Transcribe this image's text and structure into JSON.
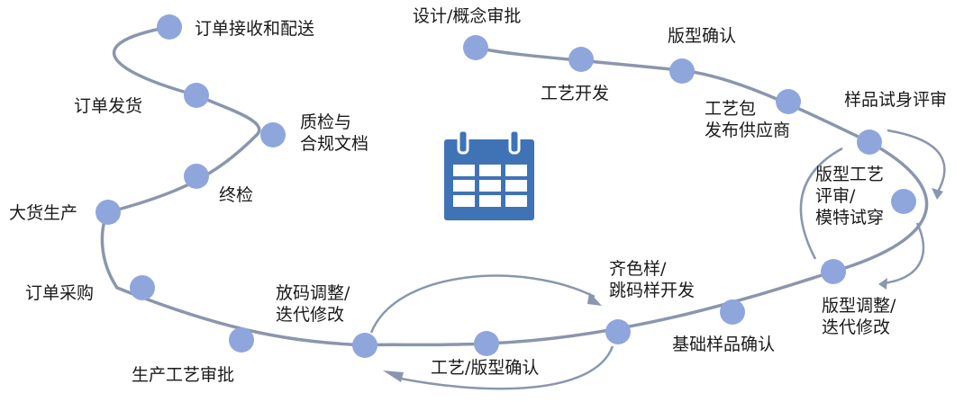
{
  "colors": {
    "path": "#8a96ad",
    "node": "#8fa6dc",
    "icon": "#3f73b6",
    "text": "#1a1a1a"
  },
  "icon": "calendar-icon",
  "steps": [
    {
      "id": "design_concept",
      "label": [
        "设计/概念审批"
      ]
    },
    {
      "id": "tech_dev",
      "label": [
        "工艺开发"
      ]
    },
    {
      "id": "pattern_confirm",
      "label": [
        "版型确认"
      ]
    },
    {
      "id": "techpack_release",
      "label": [
        "工艺包",
        "发布供应商"
      ]
    },
    {
      "id": "sample_fitting",
      "label": [
        "样品试身评审"
      ]
    },
    {
      "id": "pattern_tech_review",
      "label": [
        "版型工艺",
        "评审/",
        "模特试穿"
      ]
    },
    {
      "id": "pattern_adjust",
      "label": [
        "版型调整/",
        "迭代修改"
      ]
    },
    {
      "id": "base_sample_confirm",
      "label": [
        "基础样品确认"
      ]
    },
    {
      "id": "color_size_dev",
      "label": [
        "齐色样/",
        "跳码样开发"
      ]
    },
    {
      "id": "tech_pattern_confirm",
      "label": [
        "工艺/版型确认"
      ]
    },
    {
      "id": "grading_adjust",
      "label": [
        "放码调整/",
        "迭代修改"
      ]
    },
    {
      "id": "prod_tech_approval",
      "label": [
        "生产工艺审批"
      ]
    },
    {
      "id": "order_purchase",
      "label": [
        "订单采购"
      ]
    },
    {
      "id": "bulk_production",
      "label": [
        "大货生产"
      ]
    },
    {
      "id": "final_inspection",
      "label": [
        "终检"
      ]
    },
    {
      "id": "qc_compliance",
      "label": [
        "质检与",
        "合规文档"
      ]
    },
    {
      "id": "order_shipping",
      "label": [
        "订单发货"
      ]
    },
    {
      "id": "order_receive_delivery",
      "label": [
        "订单接收和配送"
      ]
    }
  ]
}
